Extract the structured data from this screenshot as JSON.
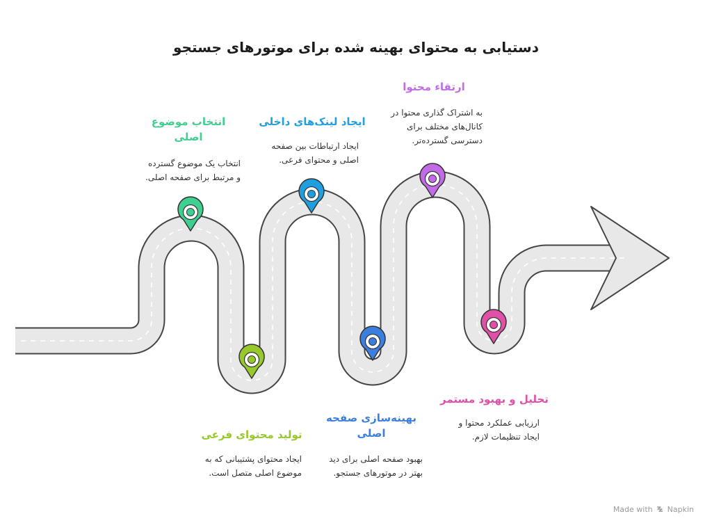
{
  "title": "دستیابی به محتوای بهینه شده برای موتورهای جستجو",
  "colors": {
    "road": "#e8e8e8",
    "road_border": "#454545",
    "lane": "#ffffff",
    "green": "#3fcf8e",
    "lime": "#97c92a",
    "blue_light": "#1f9fe0",
    "blue": "#3a7fe0",
    "purple": "#c36ae6",
    "pink": "#e04fa8"
  },
  "steps": [
    {
      "title_lines": [
        "انتخاب موضوع",
        "اصلی"
      ],
      "desc_lines": [
        "انتخاب یک موضوع گسترده",
        "و مرتبط برای صفحه اصلی."
      ],
      "color": "#3fcf8e",
      "pin": "target-icon"
    },
    {
      "title_lines": [
        "تولید محتوای فرعی"
      ],
      "desc_lines": [
        "ایجاد محتوای پشتیبانی که به",
        "موضوع اصلی متصل است."
      ],
      "color": "#97c92a",
      "pin": "target-icon"
    },
    {
      "title_lines": [
        "ایجاد لینک‌های داخلی"
      ],
      "desc_lines": [
        "ایجاد ارتباطات بین صفحه",
        "اصلی و محتوای فرعی."
      ],
      "color": "#1f9fe0",
      "pin": "target-icon"
    },
    {
      "title_lines": [
        "بهینه‌سازی صفحه",
        "اصلی"
      ],
      "desc_lines": [
        "بهبود صفحه اصلی برای دید",
        "بهتر در موتورهای جستجو."
      ],
      "color": "#3a7fe0",
      "pin": "target-icon"
    },
    {
      "title_lines": [
        "ارتقاء محتوا"
      ],
      "desc_lines": [
        "به اشتراک گذاری محتوا در",
        "کانال‌های مختلف برای",
        "دسترسی گسترده‌تر."
      ],
      "color": "#c36ae6",
      "pin": "target-icon"
    },
    {
      "title_lines": [
        "تحلیل و بهبود مستمر"
      ],
      "desc_lines": [
        "ارزیابی عملکرد محتوا و",
        "ایجاد تنظیمات لازم."
      ],
      "color": "#e04fa8",
      "pin": "target-icon"
    }
  ],
  "footer": {
    "made_with": "Made with",
    "brand": "Napkin",
    "brand_icon": "napkin-logo-icon"
  }
}
